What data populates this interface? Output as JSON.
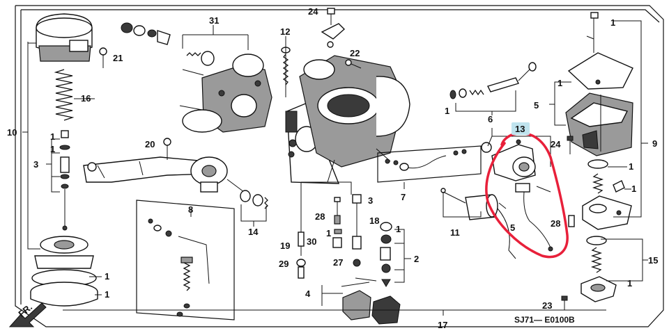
{
  "diagram_code": "SJ71— E0100B",
  "direction_label": "FR.",
  "highlight": {
    "callout": "13",
    "callout_bg": "#bfe3ee",
    "circle_color": "#e8203a"
  },
  "callouts": {
    "c1a": "1",
    "c1b": "1",
    "c1c": "1",
    "c1d": "1",
    "c1e": "1",
    "c1f": "1",
    "c1g": "1",
    "c1h": "1",
    "c1i": "1",
    "c1j": "1",
    "c1k": "1",
    "c1l": "1",
    "c2": "2",
    "c3a": "3",
    "c3b": "3",
    "c4": "4",
    "c5a": "5",
    "c5b": "5",
    "c6": "6",
    "c7": "7",
    "c8": "8",
    "c9": "9",
    "c10": "10",
    "c11": "11",
    "c12": "12",
    "c14": "14",
    "c15": "15",
    "c16": "16",
    "c17": "17",
    "c18": "18",
    "c19": "19",
    "c20": "20",
    "c21": "21",
    "c22": "22",
    "c23": "23",
    "c24a": "24",
    "c24b": "24",
    "c27": "27",
    "c28a": "28",
    "c28b": "28",
    "c29": "29",
    "c30": "30",
    "c31": "31"
  }
}
